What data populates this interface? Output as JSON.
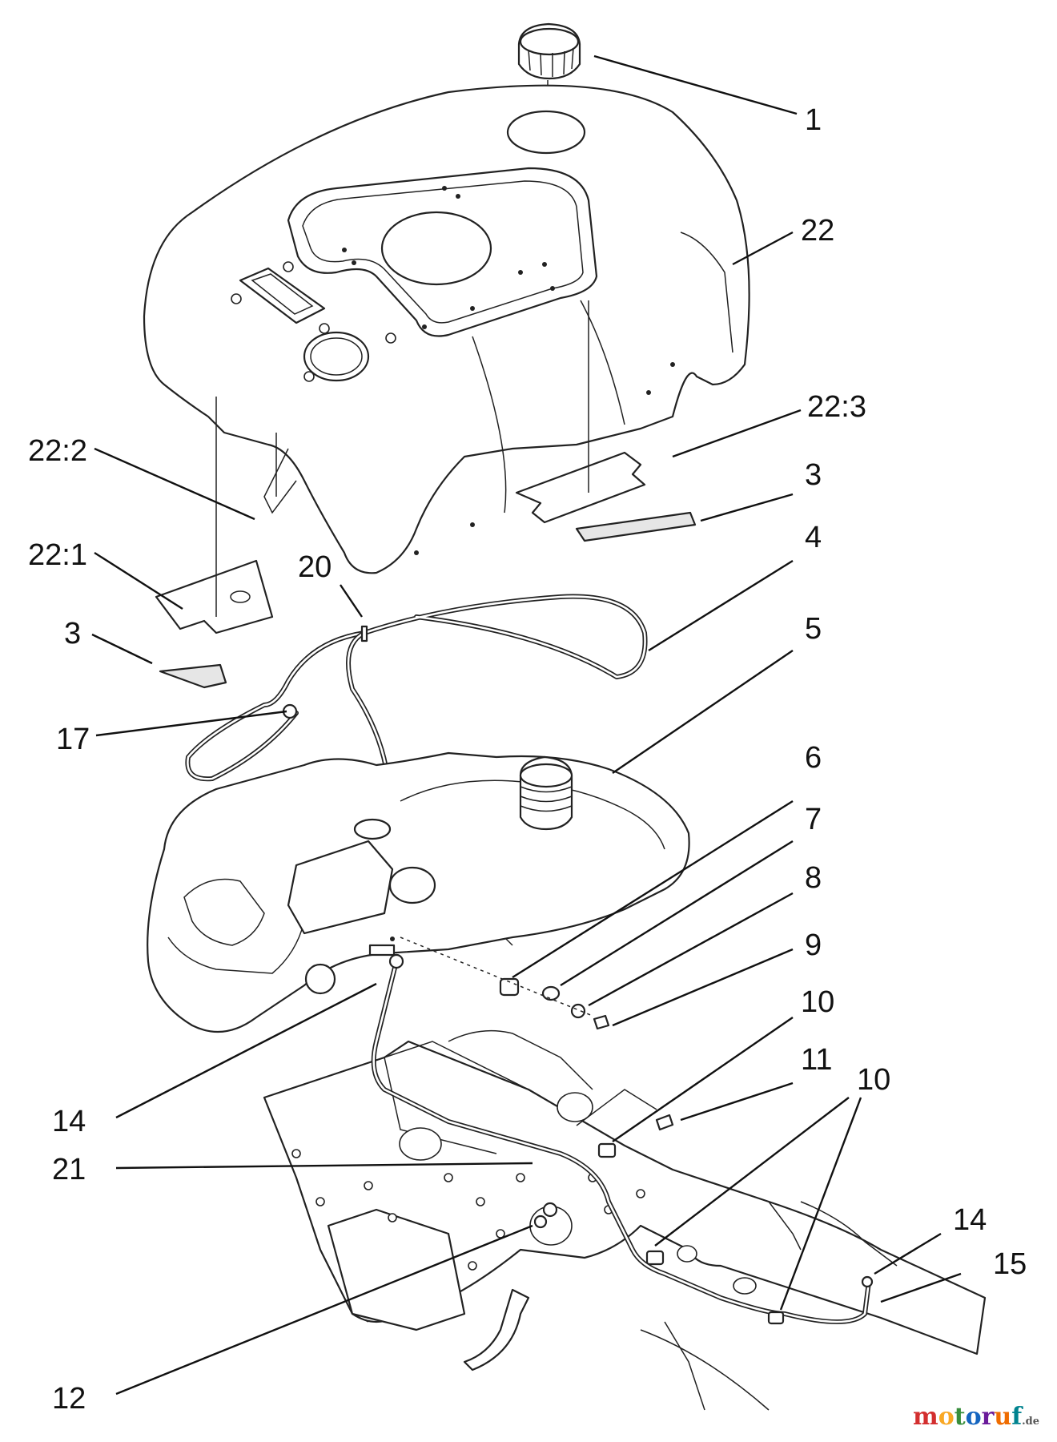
{
  "callouts": [
    {
      "id": "c1",
      "text": "1"
    },
    {
      "id": "c22",
      "text": "22"
    },
    {
      "id": "c22-3",
      "text": "22:3"
    },
    {
      "id": "c3-right",
      "text": "3"
    },
    {
      "id": "c4",
      "text": "4"
    },
    {
      "id": "c5",
      "text": "5"
    },
    {
      "id": "c22-2",
      "text": "22:2"
    },
    {
      "id": "c22-1",
      "text": "22:1"
    },
    {
      "id": "c20",
      "text": "20"
    },
    {
      "id": "c3-left",
      "text": "3"
    },
    {
      "id": "c17",
      "text": "17"
    },
    {
      "id": "c6",
      "text": "6"
    },
    {
      "id": "c7",
      "text": "7"
    },
    {
      "id": "c8",
      "text": "8"
    },
    {
      "id": "c9",
      "text": "9"
    },
    {
      "id": "c10-a",
      "text": "10"
    },
    {
      "id": "c11",
      "text": "11"
    },
    {
      "id": "c10-b",
      "text": "10"
    },
    {
      "id": "c14-left",
      "text": "14"
    },
    {
      "id": "c21",
      "text": "21"
    },
    {
      "id": "c14-right",
      "text": "14"
    },
    {
      "id": "c15",
      "text": "15"
    },
    {
      "id": "c12",
      "text": "12"
    }
  ],
  "watermark": {
    "text": "motoruf",
    "suffix": ".de",
    "colors": [
      "#d32f2f",
      "#f9a825",
      "#388e3c",
      "#1565c0",
      "#6a1b9a",
      "#ef6c00",
      "#00838f"
    ]
  }
}
